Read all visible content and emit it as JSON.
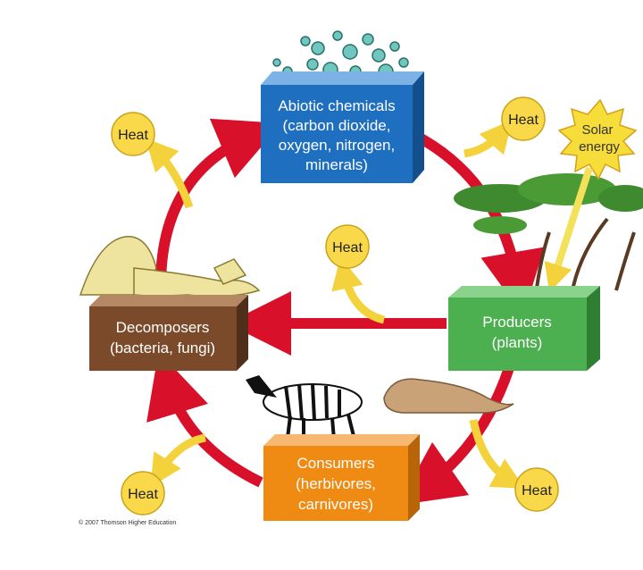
{
  "nodes": {
    "abiotic": {
      "lines": [
        "Abiotic chemicals",
        "(carbon dioxide,",
        "oxygen, nitrogen,",
        "minerals)"
      ]
    },
    "producers": {
      "lines": [
        "Producers",
        "(plants)"
      ]
    },
    "consumers": {
      "lines": [
        "Consumers",
        "(herbivores,",
        "carnivores)"
      ]
    },
    "decomposers": {
      "lines": [
        "Decomposers",
        "(bacteria, fungi)"
      ]
    }
  },
  "heat_label": "Heat",
  "solar": {
    "lines": [
      "Solar",
      "energy"
    ]
  },
  "copyright": "© 2007 Thomson Higher Education",
  "colors": {
    "abiotic": "#1f6fc0",
    "producers": "#4caf50",
    "consumers": "#ef8a12",
    "decomposers": "#7a4a2a",
    "cycle_arrow": "#d8102a",
    "heat_arrow": "#f4d23c",
    "heat_circle": "#f9d94a",
    "sun": "#f7dd3a"
  }
}
